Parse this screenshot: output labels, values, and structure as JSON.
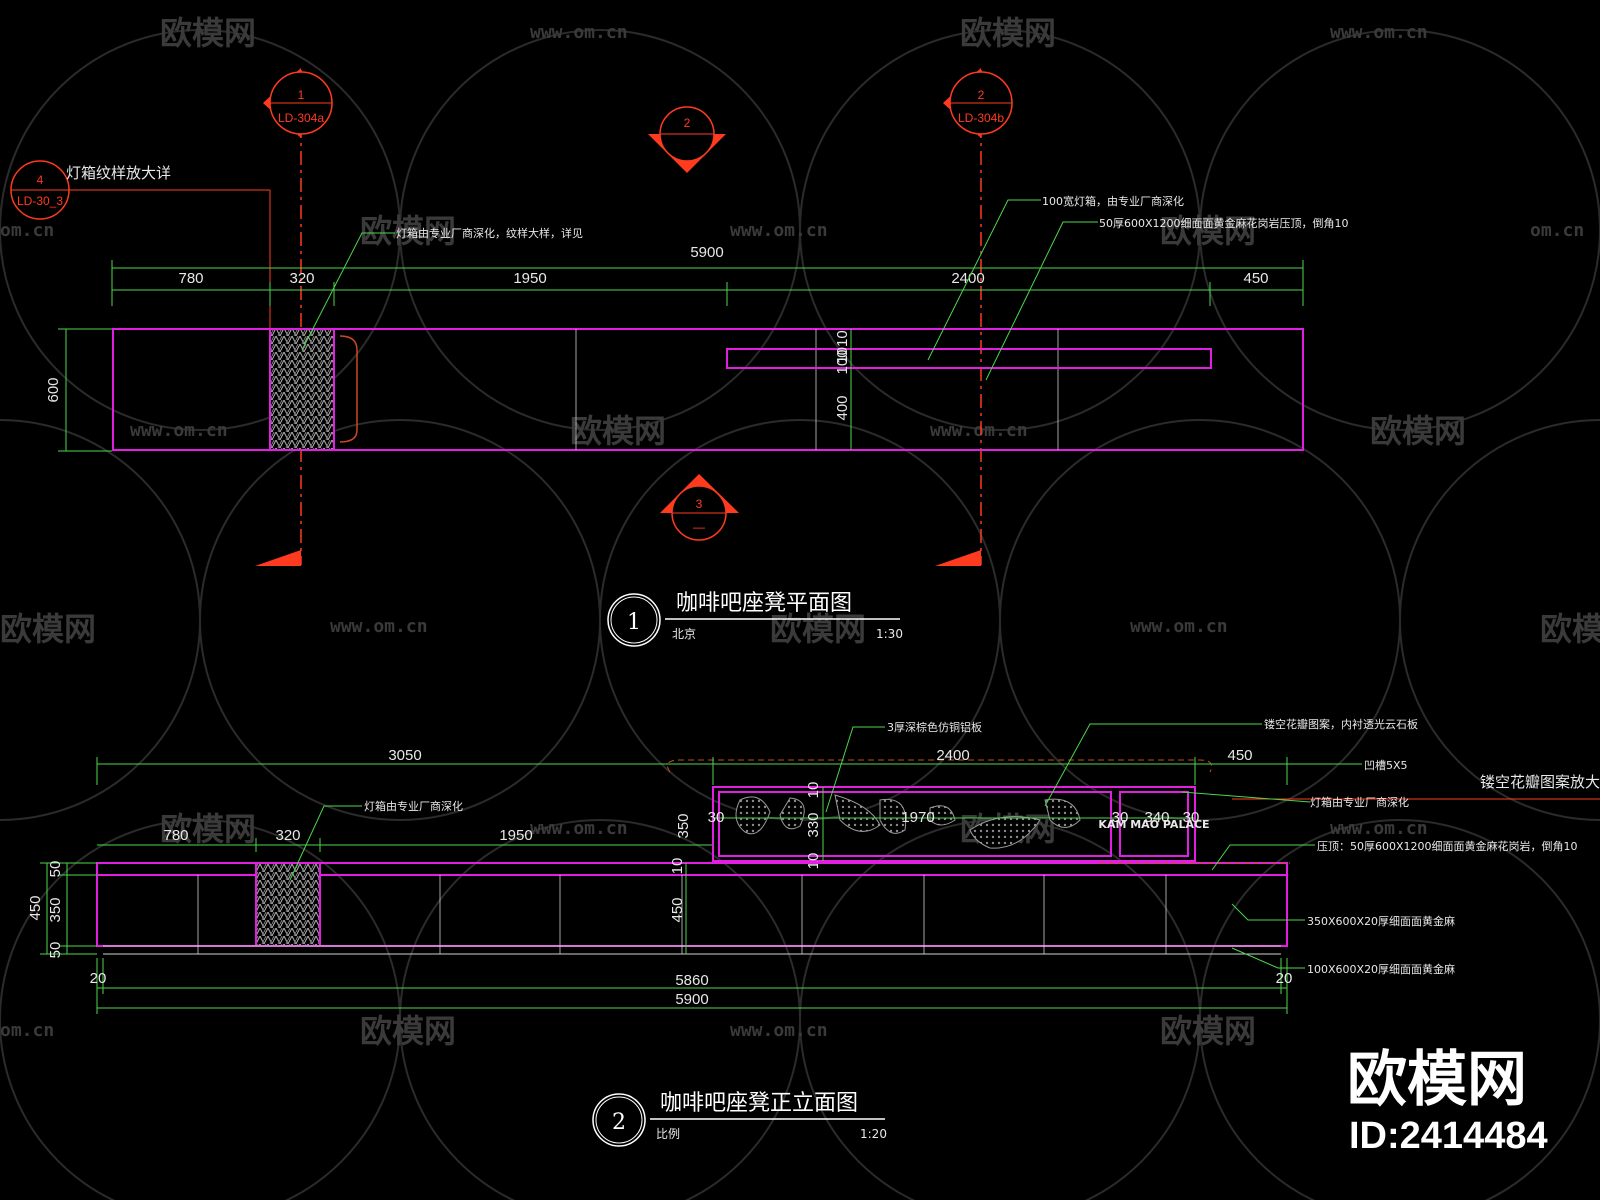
{
  "colors": {
    "background": "#000000",
    "outline": "#e11ee1",
    "dimension": "#4bd64b",
    "marker": "#ff3b1f",
    "text": "#e8e8e8",
    "watermark": "#3a3a3a"
  },
  "watermark": {
    "brand": "欧模网",
    "url": "www.om.cn",
    "url_cut": "om.cn",
    "brand_cut": "欧模网"
  },
  "corner_brand": {
    "name": "欧模网",
    "id": "ID:2414484"
  },
  "plan": {
    "title": "咖啡吧座凳平面图",
    "number": "1",
    "scale_label": "北京",
    "scale": "1:30",
    "detail_label": "灯箱纹样放大详",
    "detail_marker": {
      "number": "4",
      "ref": "LD-30_3"
    },
    "section_markers": [
      {
        "number": "1",
        "ref": "LD-304a"
      },
      {
        "number": "2",
        "ref": ""
      },
      {
        "number": "2",
        "ref": "LD-304b"
      },
      {
        "number": "3",
        "ref": "—"
      }
    ],
    "dims_top": {
      "total": "5900",
      "segments": [
        "780",
        "320",
        "1950",
        "2400",
        "450"
      ]
    },
    "dims_left": "600",
    "dims_inner": [
      "1010",
      "100",
      "400"
    ],
    "notes": {
      "lightbox": "灯箱由专业厂商深化，纹样大样，详见",
      "lightbox_width": "100宽灯箱，由专业厂商深化",
      "coping": "50厚600X1200细面面黄金麻花岗岩压顶，倒角10"
    }
  },
  "elevation": {
    "title": "咖啡吧座凳正立面图",
    "number": "2",
    "scale_label": "比例",
    "scale": "1:20",
    "dims_top": [
      "3050",
      "2400",
      "450"
    ],
    "dims_second": [
      "780",
      "320",
      "1950"
    ],
    "dims_box": [
      "30",
      "1970",
      "30",
      "340",
      "30"
    ],
    "dims_box_vertical": [
      "350",
      "10",
      "330",
      "10"
    ],
    "dims_left": [
      "450",
      "50",
      "350",
      "50"
    ],
    "dims_mid": [
      "10",
      "450"
    ],
    "dims_bottom": {
      "left": "20",
      "middle": "5860",
      "right": "20",
      "total": "5900"
    },
    "logo_text": "KAM MAO PALACE",
    "notes": {
      "copper": "3厚深棕色仿铜铝板",
      "pattern": "镂空花瓣图案，内衬透光云石板",
      "groove": "凹槽5X5",
      "pattern_large": "镂空花瓣图案放大",
      "lightbox": "灯箱由专业厂商深化",
      "lightbox2": "灯箱由专业厂商深化",
      "coping": "压顶：50厚600X1200细面面黄金麻花岗岩，倒角10",
      "seat": "350X600X20厚细面面黄金麻",
      "base": "100X600X20厚细面面黄金麻"
    }
  }
}
